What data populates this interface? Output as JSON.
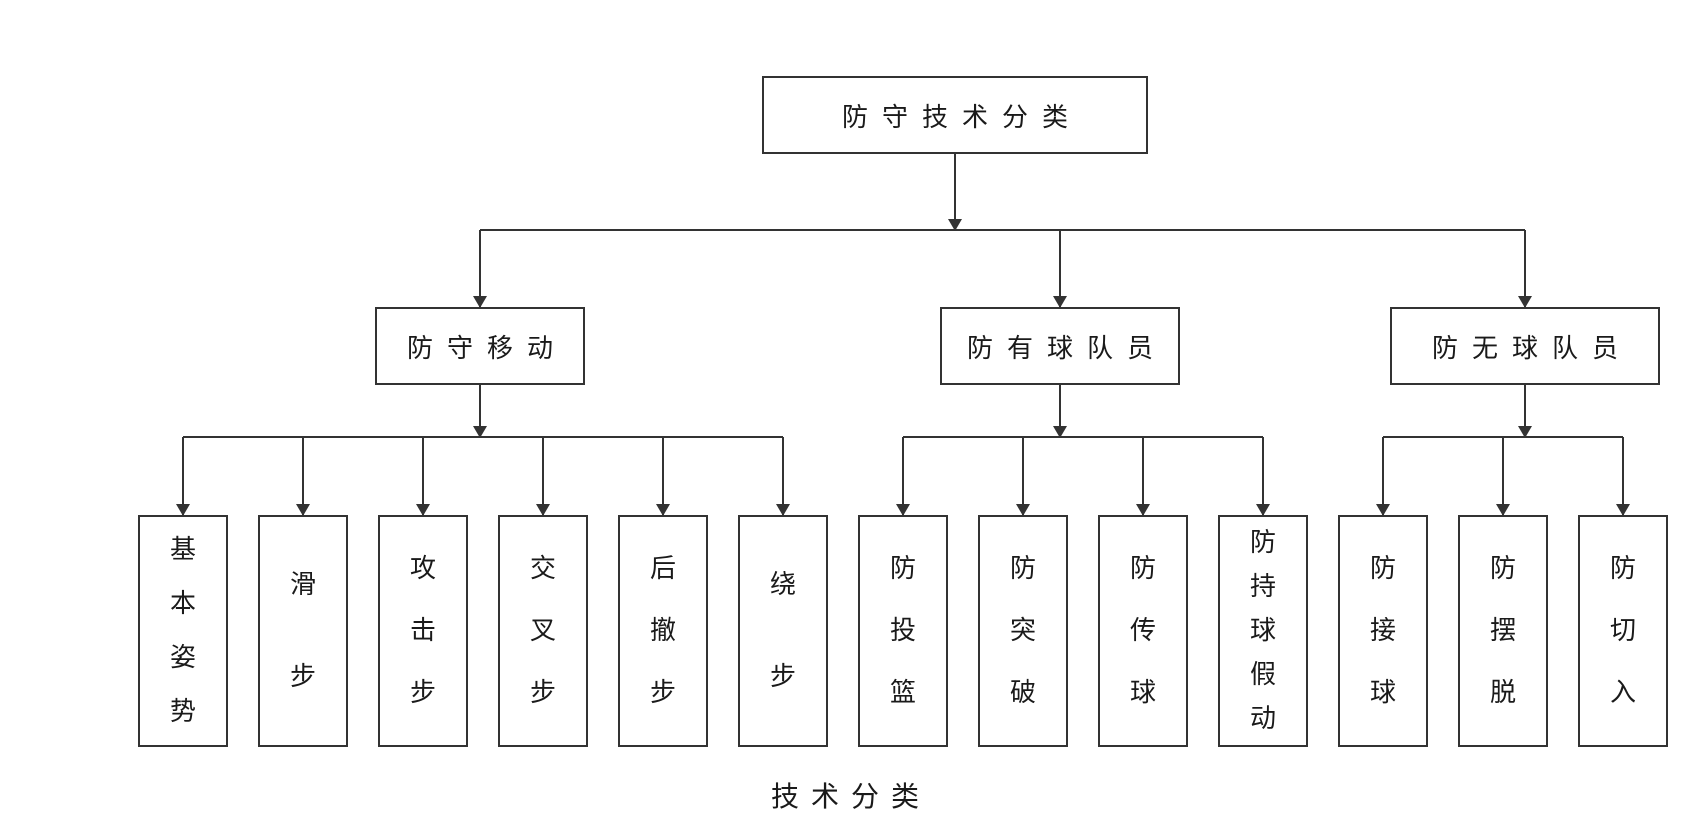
{
  "root": {
    "label": "防守技术分类"
  },
  "categories": [
    {
      "label": "防守移动",
      "children": [
        "基本姿势",
        "滑步",
        "攻击步",
        "交叉步",
        "后撤步",
        "绕步"
      ]
    },
    {
      "label": "防有球队员",
      "children": [
        "防投篮",
        "防突破",
        "防传球",
        "防持球假动"
      ]
    },
    {
      "label": "防无球队员",
      "children": [
        "防接球",
        "防摆脱",
        "防切入"
      ]
    }
  ],
  "caption": "技术分类",
  "colors": {
    "line": "#333333",
    "text": "#1a1a1a",
    "background": "#ffffff"
  }
}
